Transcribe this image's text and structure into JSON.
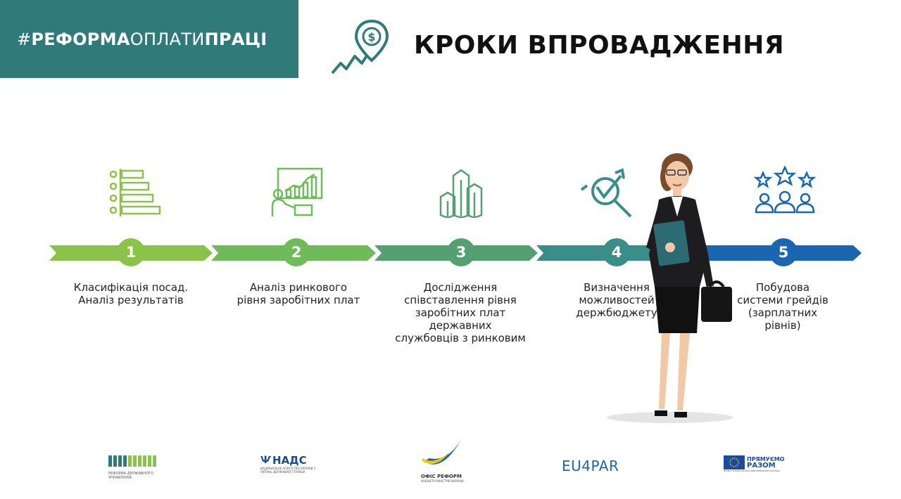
{
  "header": {
    "brand": {
      "hash": "#",
      "part1": "РЕФОРМА",
      "part2": "ОПЛАТИ",
      "part3": "ПРАЦІ"
    },
    "title": "КРОКИ ВПРОВАДЖЕННЯ",
    "icon": "map-pin-dollar-growth-icon"
  },
  "colors": {
    "teal": "#317a7a",
    "green1": "#8bc34a",
    "green2": "#6fbb5a",
    "green3": "#54a070",
    "teal2": "#3a8e8a",
    "blue": "#1a66b0"
  },
  "steps": [
    {
      "number": "1",
      "icon": "list-bars-icon",
      "lines": [
        "Класифікація посад.",
        "Аналіз результатів"
      ]
    },
    {
      "number": "2",
      "icon": "presentation-chart-icon",
      "lines": [
        "Аналіз ринкового",
        "рівня заробітних плат"
      ]
    },
    {
      "number": "3",
      "icon": "building-blocks-icon",
      "lines": [
        "Дослідження",
        "співставлення рівня",
        "заробітних плат",
        "державних",
        "службовців з ринковим"
      ]
    },
    {
      "number": "4",
      "icon": "magnifier-check-icon",
      "lines": [
        "Визначення",
        "можливостей",
        "держбюджету"
      ]
    },
    {
      "number": "5",
      "icon": "team-stars-icon",
      "lines": [
        "Побудова",
        "системи грейдів",
        "(зарплатних",
        "рівнів)"
      ]
    }
  ],
  "logos": {
    "rdu": {
      "name": "РЕФОРМА ДЕРЖАВНОГО УПРАВЛІННЯ"
    },
    "nads": {
      "name": "НАДС",
      "sub": "НАЦІОНАЛЬНЕ АГЕНТСТВО УКРАЇНИ З ПИТАНЬ ДЕРЖАВНОЇ СЛУЖБИ"
    },
    "office": {
      "name": "ОФІС РЕФОРМ",
      "sub": "КАБІНЕТУ МІНІСТРІВ УКРАЇНИ"
    },
    "eu4par": {
      "name": "EU4PAR"
    },
    "eu": {
      "line1": "ПРЯМУЄМО",
      "line2": "РАЗОМ",
      "sub": "ПРОЕКТ ФІНАНСУЄТЬСЯ ЄВРОПЕЙСЬКИМ СОЮЗОМ"
    }
  }
}
